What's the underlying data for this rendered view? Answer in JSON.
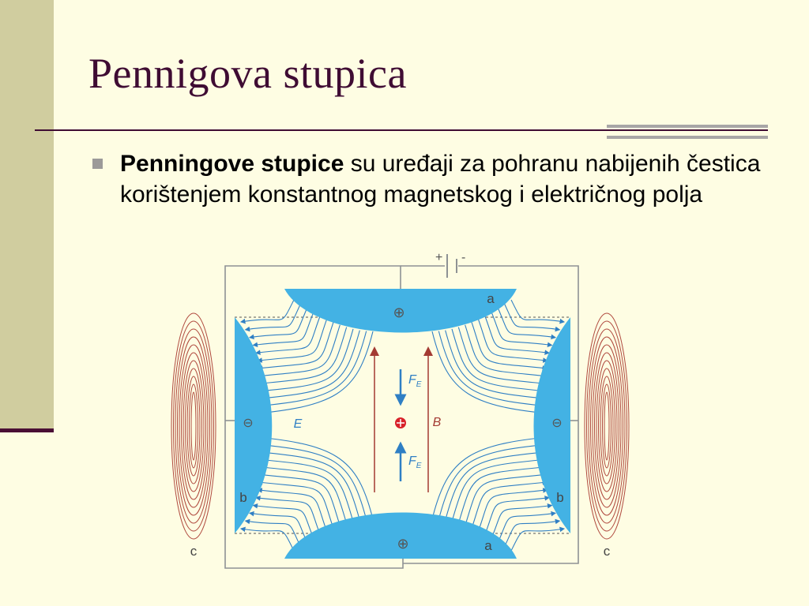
{
  "slide": {
    "title": "Pennigova stupica",
    "bullet": {
      "bold": "Penningove stupice",
      "rest": " su uređaji za pohranu nabijenih čestica korištenjem konstantnog magnetskog i električnog polja"
    }
  },
  "diagram": {
    "battery_plus": "+",
    "battery_minus": "-",
    "top_electrode_label": "a",
    "bottom_electrode_label": "a",
    "left_electrode_label": "b",
    "right_electrode_label": "b",
    "left_coil_label": "c",
    "right_coil_label": "c",
    "positive_sign": "⊕",
    "negative_sign": "⊖",
    "field_E": "E",
    "field_B": "B",
    "force_F": "F",
    "force_sub": "E",
    "colors": {
      "electrode": "#43b2e4",
      "field_line": "#2f7fc4",
      "coil": "#b04a3f",
      "b_arrow": "#a33a32",
      "particle": "#d8222a",
      "wire": "#8e9294"
    }
  }
}
